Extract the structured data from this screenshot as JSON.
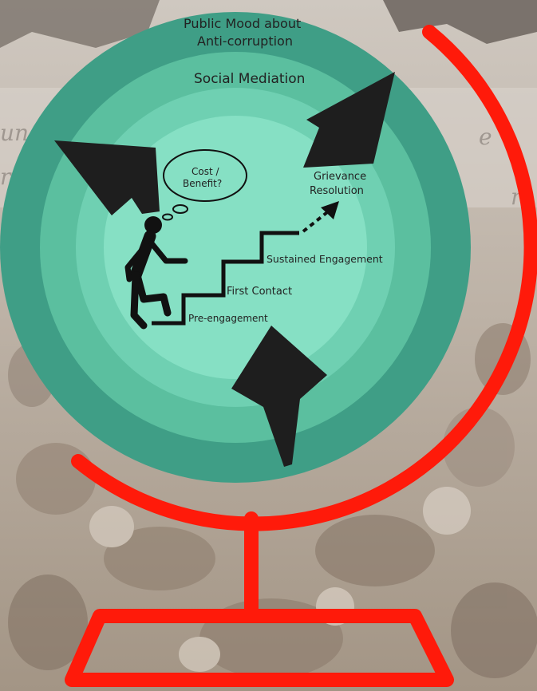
{
  "diagram": {
    "outer_ring_label_line1": "Public Mood    about",
    "outer_ring_label_line2": "Anti-corruption",
    "middle_ring_label": "Social Mediation",
    "thought_bubble": {
      "line1": "Cost /",
      "line2": "Benefit?"
    },
    "goal_label_line1": "Grievance",
    "goal_label_line2": "Resolution",
    "steps": [
      "Pre-engagement",
      "First Contact",
      "Sustained Engagement"
    ]
  },
  "background_words": [
    "un",
    "ré",
    "e",
    "r"
  ],
  "colors": {
    "outer_ring": "#3f9e86",
    "middle_ring": "#5bbf9f",
    "inner_circle": "#86e0c4",
    "arrow": "#1e1e1e",
    "globe_stand": "#ff1a0a",
    "background": "#c9c0b6"
  },
  "icons": [
    "walking-person-icon",
    "thought-bubble-icon",
    "stairs-icon",
    "arrow-icon"
  ]
}
